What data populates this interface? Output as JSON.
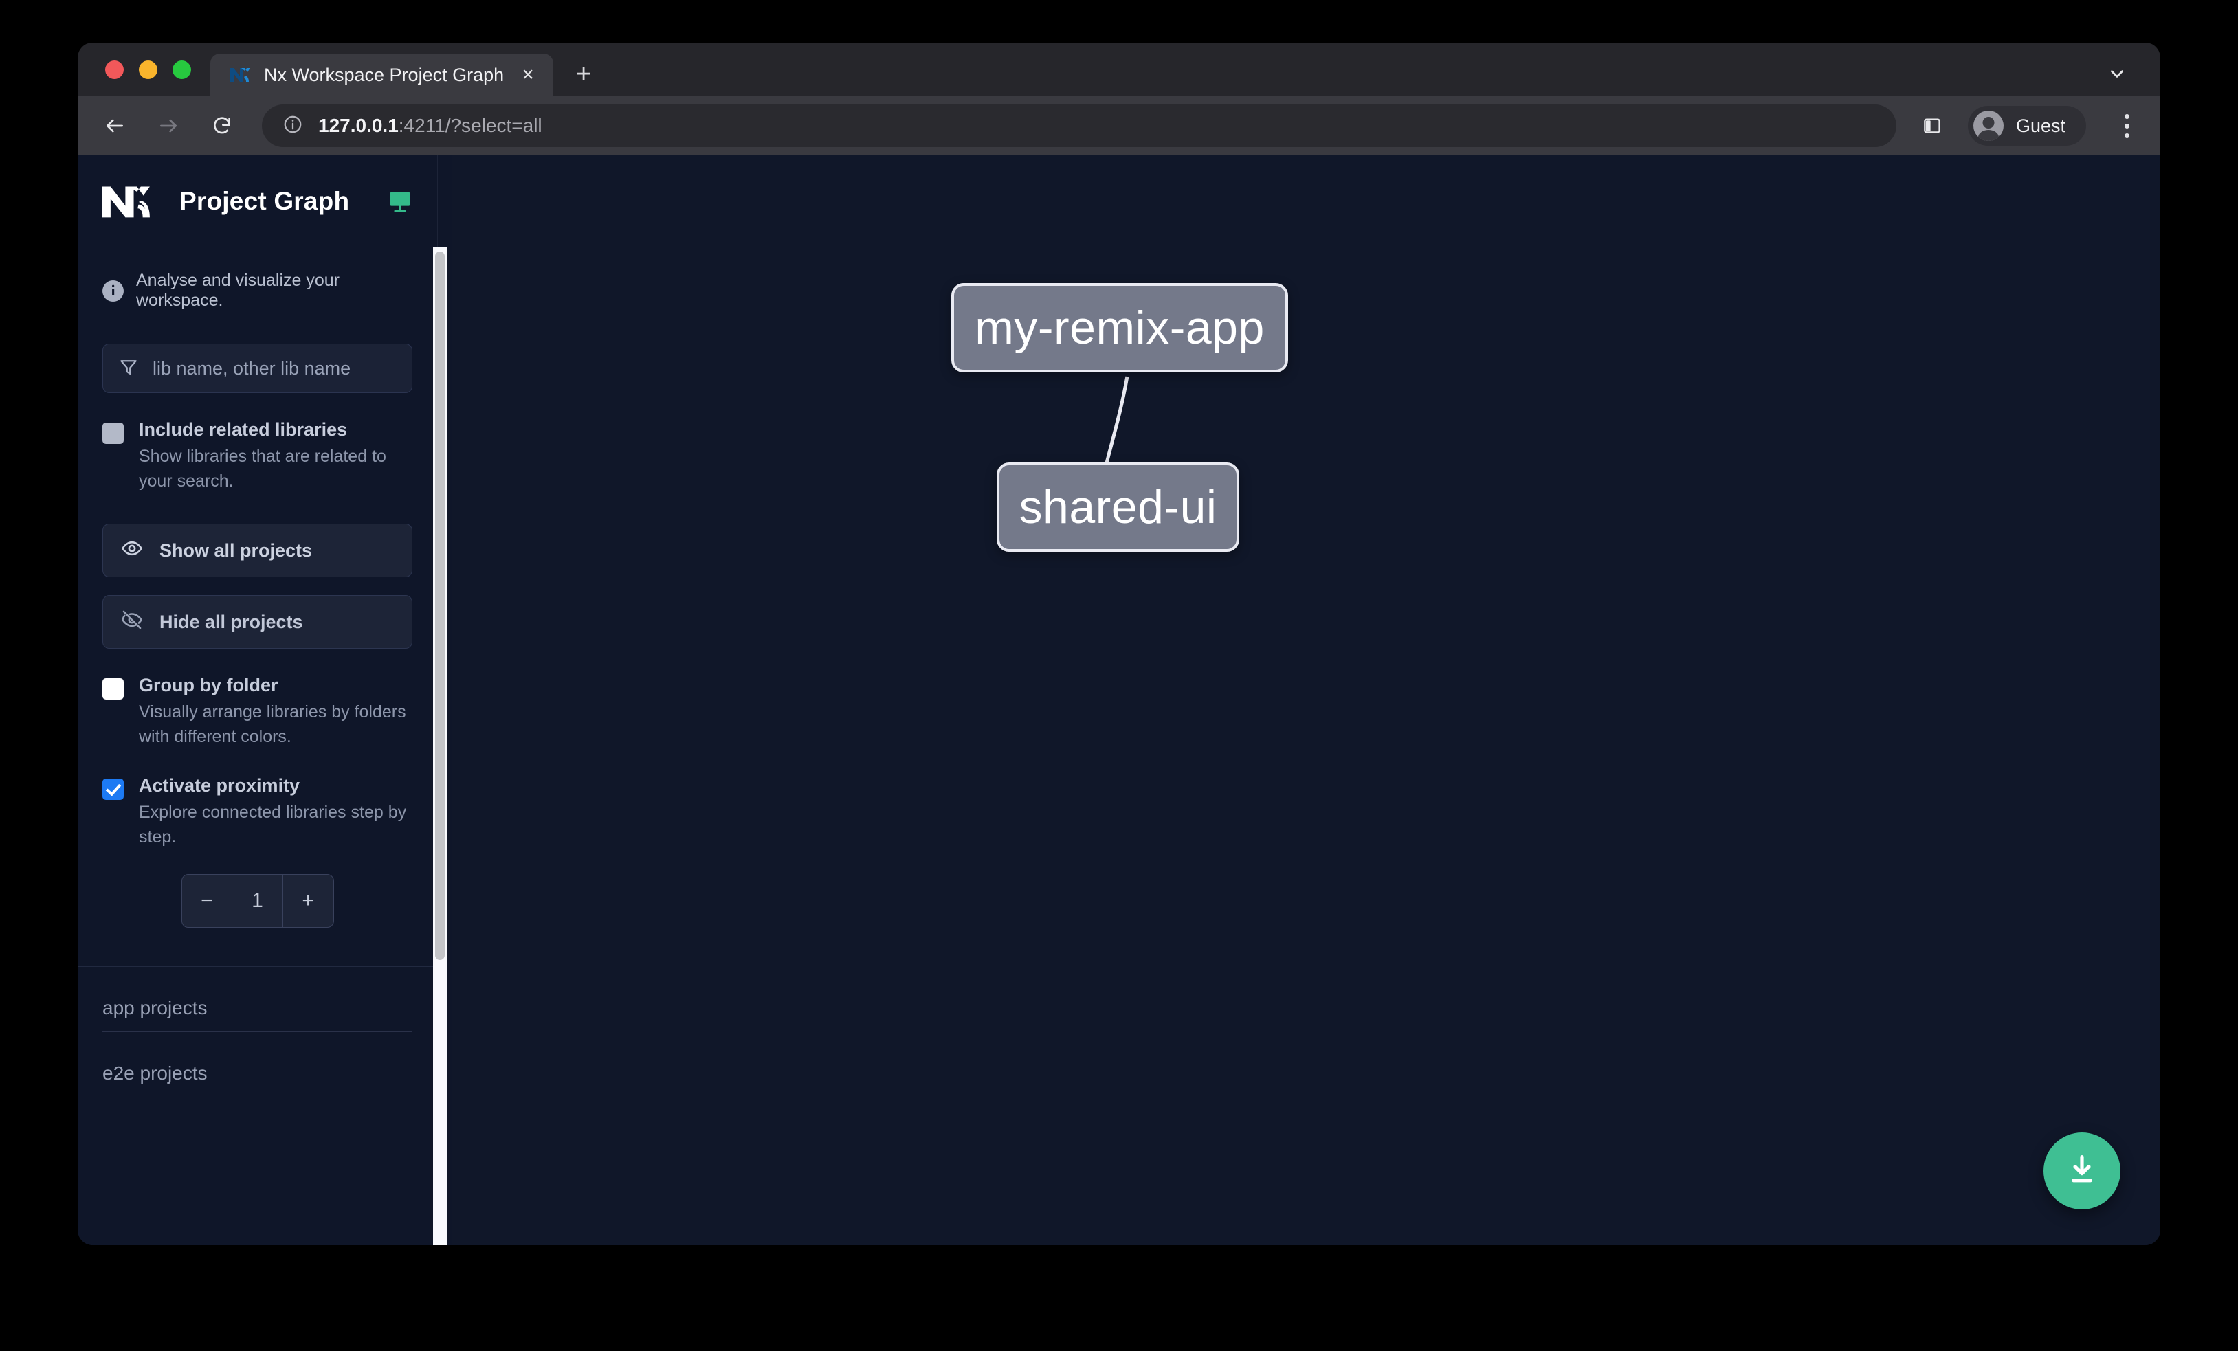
{
  "browser": {
    "tab": {
      "title": "Nx Workspace Project Graph",
      "favicon": "nx-favicon",
      "close_label": "×"
    },
    "new_tab_label": "+",
    "toolbar": {
      "back_icon": "back-arrow-icon",
      "forward_icon": "forward-arrow-icon",
      "reload_icon": "reload-icon",
      "info_icon": "info-circle-icon",
      "url_host": "127.0.0.1",
      "url_rest": ":4211/?select=all",
      "side_panel_icon": "side-panel-icon",
      "profile_name": "Guest",
      "menu_icon": "kebab-menu-icon"
    },
    "tab_list_icon": "chevron-down-icon"
  },
  "sidebar": {
    "logo": "nx-logo",
    "title": "Project Graph",
    "display_icon": "monitor-icon",
    "hint": {
      "icon": "info-icon",
      "text": "Analyse and visualize your workspace."
    },
    "filter": {
      "icon": "funnel-icon",
      "placeholder": "lib name, other lib name",
      "value": ""
    },
    "options": [
      {
        "name": "include-related-libraries",
        "label": "Include related libraries",
        "description": "Show libraries that are related to your search.",
        "checked": false,
        "state": "muted"
      },
      {
        "name": "group-by-folder",
        "label": "Group by folder",
        "description": "Visually arrange libraries by folders with different colors.",
        "checked": false,
        "state": "empty"
      },
      {
        "name": "activate-proximity",
        "label": "Activate proximity",
        "description": "Explore connected libraries step by step.",
        "checked": true,
        "state": "checked"
      }
    ],
    "buttons": {
      "show_all": {
        "label": "Show all projects",
        "icon": "eye-icon"
      },
      "hide_all": {
        "label": "Hide all projects",
        "icon": "eye-slash-icon"
      }
    },
    "stepper": {
      "decrement_label": "−",
      "value": "1",
      "increment_label": "+"
    },
    "project_sections": [
      {
        "name": "app-projects",
        "title": "app projects"
      },
      {
        "name": "e2e-projects",
        "title": "e2e projects"
      }
    ],
    "scrollbar": {
      "thumb_position_percent": 0,
      "thumb_size_percent": 71
    }
  },
  "graph": {
    "background_color": "#101729",
    "node_fill": "#74798a",
    "node_border": "#e9eaf2",
    "edge_color": "#e9eaf2",
    "nodes": [
      {
        "id": "my-remix-app",
        "label": "my-remix-app"
      },
      {
        "id": "shared-ui",
        "label": "shared-ui"
      }
    ],
    "edges": [
      {
        "from": "my-remix-app",
        "to": "shared-ui",
        "directed": true
      }
    ],
    "download_button": {
      "name": "download-graph-button",
      "icon": "download-icon",
      "color": "#3fbf93"
    }
  }
}
